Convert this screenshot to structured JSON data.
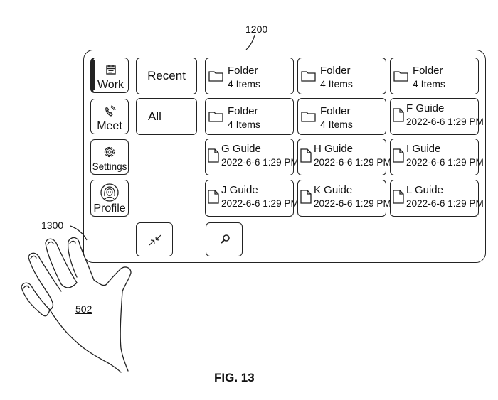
{
  "figure": {
    "label": "FIG. 13",
    "ref_ui": "1200",
    "ref_gesture": "1300",
    "ref_hand": "502"
  },
  "sidebar": {
    "items": [
      {
        "label": "Work",
        "icon": "calendar-icon",
        "selected": true
      },
      {
        "label": "Meet",
        "icon": "phone-icon",
        "selected": false
      },
      {
        "label": "Settings",
        "icon": "gear-icon",
        "selected": false
      },
      {
        "label": "Profile",
        "icon": "avatar-icon",
        "selected": false
      }
    ]
  },
  "filters": {
    "recent_label": "Recent",
    "all_label": "All"
  },
  "tiles": [
    {
      "kind": "folder",
      "title": "Folder",
      "subtitle": "4 Items"
    },
    {
      "kind": "folder",
      "title": "Folder",
      "subtitle": "4 Items"
    },
    {
      "kind": "folder",
      "title": "Folder",
      "subtitle": "4 Items"
    },
    {
      "kind": "folder",
      "title": "Folder",
      "subtitle": "4 Items"
    },
    {
      "kind": "folder",
      "title": "Folder",
      "subtitle": "4 Items"
    },
    {
      "kind": "doc",
      "title": "F Guide",
      "subtitle": "2022-6-6 1:29 PM"
    },
    {
      "kind": "doc",
      "title": "G Guide",
      "subtitle": "2022-6-6 1:29 PM"
    },
    {
      "kind": "doc",
      "title": "H Guide",
      "subtitle": "2022-6-6 1:29 PM"
    },
    {
      "kind": "doc",
      "title": "I Guide",
      "subtitle": "2022-6-6 1:29 PM"
    },
    {
      "kind": "doc",
      "title": "J Guide",
      "subtitle": "2022-6-6 1:29 PM"
    },
    {
      "kind": "doc",
      "title": "K Guide",
      "subtitle": "2022-6-6 1:29 PM"
    },
    {
      "kind": "doc",
      "title": "L Guide",
      "subtitle": "2022-6-6 1:29 PM"
    }
  ],
  "controls": {
    "collapse_icon": "collapse-arrows-icon",
    "search_icon": "search-icon"
  }
}
